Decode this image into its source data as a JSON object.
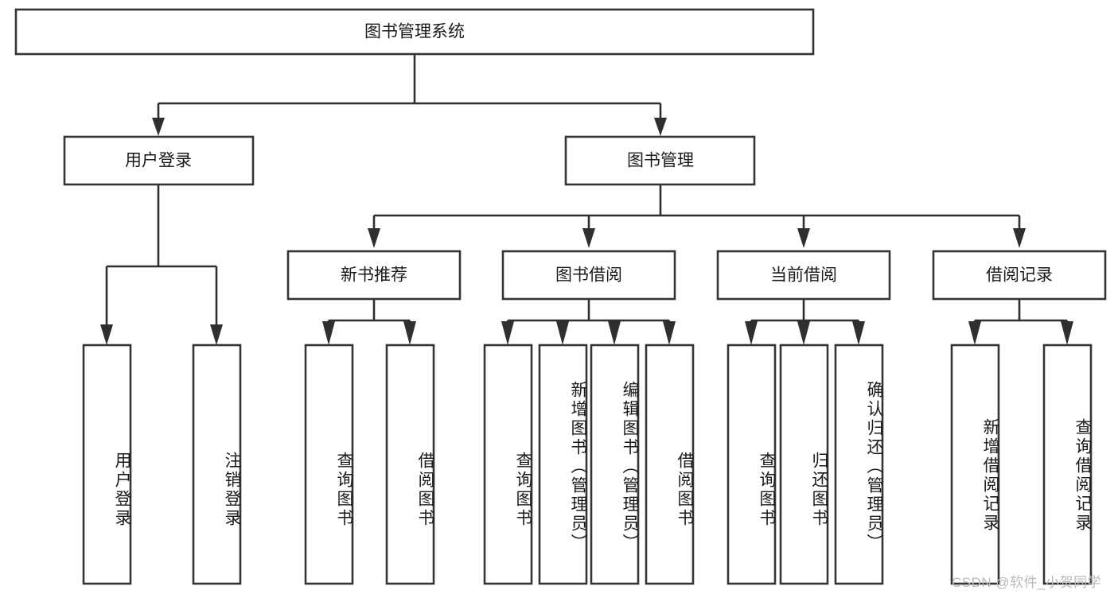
{
  "diagram": {
    "type": "tree-hierarchy",
    "title": "图书管理系统",
    "watermark": "CSDN @软件_小贺同学",
    "colors": {
      "box_stroke": "#343434",
      "box_fill": "#ffffff",
      "connector": "#2f2f2f",
      "text": "#1a1a1a",
      "watermark": "#b9b9b9",
      "background": "#ffffff"
    },
    "levels": {
      "root": {
        "label": "图书管理系统",
        "orientation": "horizontal"
      },
      "level2": [
        {
          "label": "用户登录",
          "orientation": "horizontal"
        },
        {
          "label": "图书管理",
          "orientation": "horizontal"
        }
      ],
      "level3": [
        {
          "label": "新书推荐",
          "orientation": "horizontal"
        },
        {
          "label": "图书借阅",
          "orientation": "horizontal"
        },
        {
          "label": "当前借阅",
          "orientation": "horizontal"
        },
        {
          "label": "借阅记录",
          "orientation": "horizontal"
        }
      ],
      "leaves": [
        {
          "label": "用户登录",
          "parent": "用户登录",
          "orientation": "vertical"
        },
        {
          "label": "注销登录",
          "parent": "用户登录",
          "orientation": "vertical"
        },
        {
          "label": "查询图书",
          "parent": "新书推荐",
          "orientation": "vertical"
        },
        {
          "label": "借阅图书",
          "parent": "新书推荐",
          "orientation": "vertical"
        },
        {
          "label": "查询图书",
          "parent": "图书借阅",
          "orientation": "vertical"
        },
        {
          "label": "新增图书（管理员）",
          "parent": "图书借阅",
          "orientation": "vertical"
        },
        {
          "label": "编辑图书（管理员）",
          "parent": "图书借阅",
          "orientation": "vertical"
        },
        {
          "label": "借阅图书",
          "parent": "图书借阅",
          "orientation": "vertical"
        },
        {
          "label": "查询图书",
          "parent": "当前借阅",
          "orientation": "vertical"
        },
        {
          "label": "归还图书",
          "parent": "当前借阅",
          "orientation": "vertical"
        },
        {
          "label": "确认归还（管理员）",
          "parent": "当前借阅",
          "orientation": "vertical"
        },
        {
          "label": "新增借阅记录",
          "parent": "借阅记录",
          "orientation": "vertical"
        },
        {
          "label": "查询借阅记录",
          "parent": "借阅记录",
          "orientation": "vertical"
        }
      ]
    }
  }
}
